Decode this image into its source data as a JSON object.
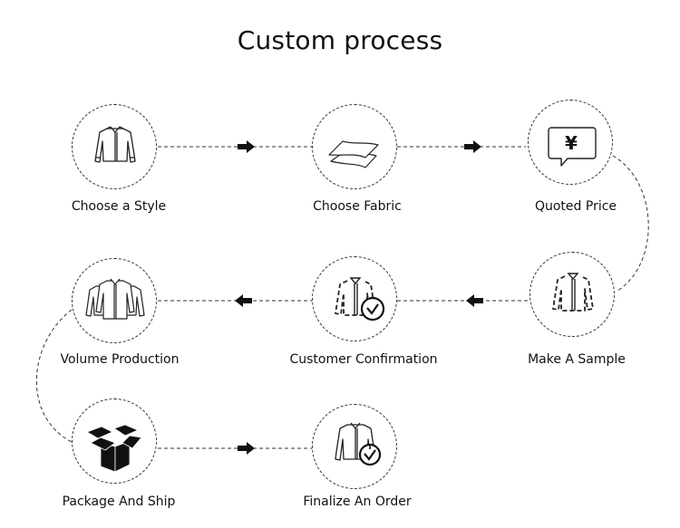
{
  "title": "Custom process",
  "steps": [
    {
      "label": "Choose a Style",
      "icon": "shirt-icon"
    },
    {
      "label": "Choose Fabric",
      "icon": "fabric-layers-icon"
    },
    {
      "label": "Quoted Price",
      "icon": "yen-speech-bubble-icon"
    },
    {
      "label": "Make A Sample",
      "icon": "dashed-shirt-icon"
    },
    {
      "label": "Customer Confirmation",
      "icon": "dashed-shirt-check-icon"
    },
    {
      "label": "Volume Production",
      "icon": "multiple-shirts-icon"
    },
    {
      "label": "Package And Ship",
      "icon": "open-box-icon"
    },
    {
      "label": "Finalize An Order",
      "icon": "shirt-clock-check-icon"
    }
  ],
  "icons": {
    "yen_symbol": "¥"
  },
  "colors": {
    "line": "#333333",
    "text": "#111111",
    "background": "#ffffff"
  }
}
